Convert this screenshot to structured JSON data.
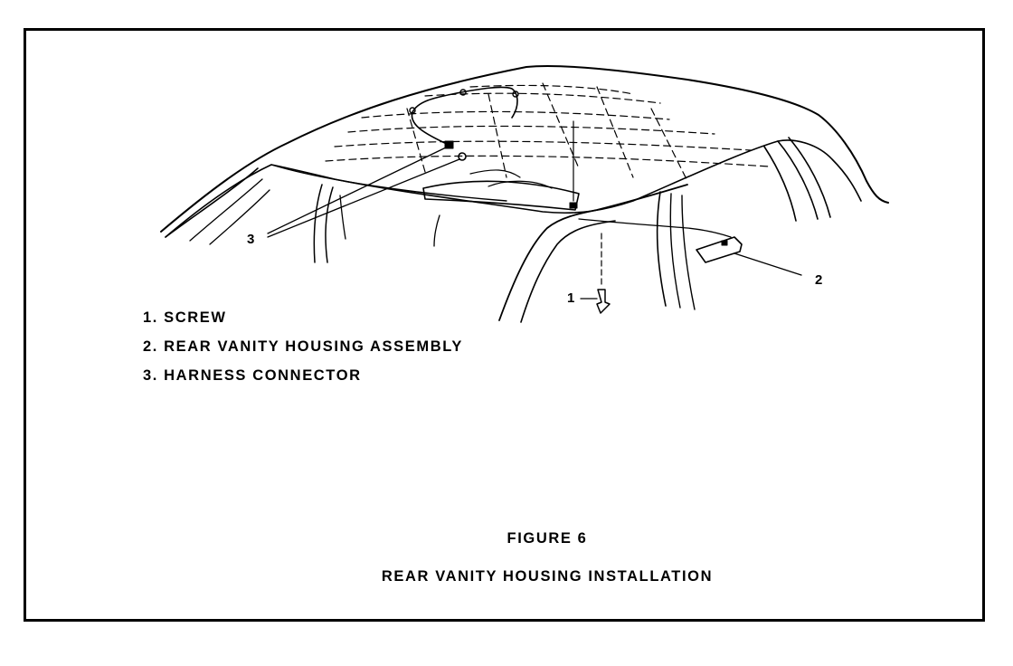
{
  "figure": {
    "number": "FIGURE 6",
    "title": "REAR VANITY HOUSING INSTALLATION"
  },
  "legend": [
    {
      "text": "1. SCREW"
    },
    {
      "text": "2. REAR VANITY HOUSING ASSEMBLY"
    },
    {
      "text": "3. HARNESS CONNECTOR"
    }
  ],
  "callouts": {
    "screw": "1",
    "housing": "2",
    "connector": "3"
  }
}
